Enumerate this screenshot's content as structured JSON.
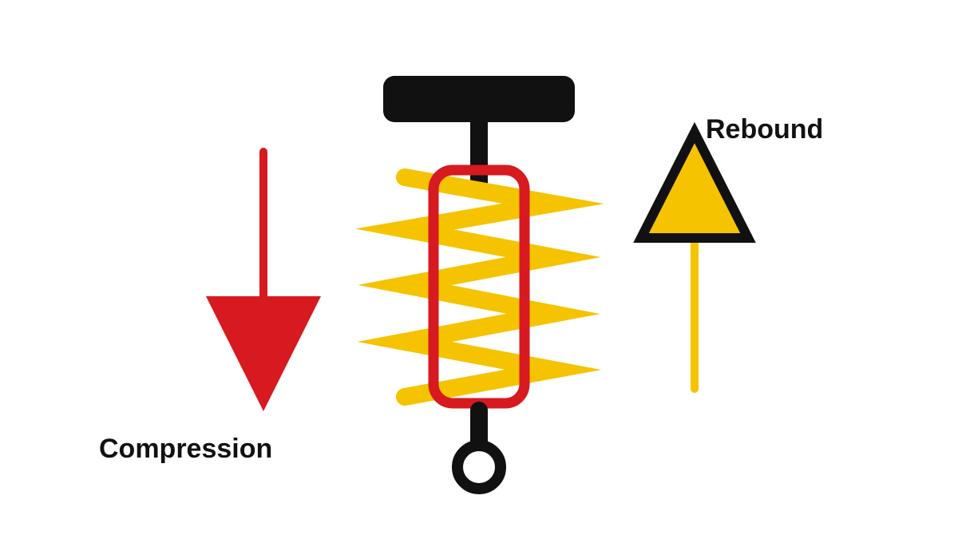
{
  "labels": {
    "compression": "Compression",
    "rebound": "Rebound"
  },
  "colors": {
    "compression_arrow": "#d71920",
    "rebound_arrow": "#f5c300",
    "rebound_arrow_outline": "#111111",
    "spring": "#f5c300",
    "damper_body": "#d71920",
    "mount_and_rod": "#111111",
    "background": "#ffffff"
  },
  "icons": {
    "top_mount": "top-mount",
    "bottom_mount": "eyelet-mount",
    "spring": "coil-spring",
    "damper": "damper-cylinder"
  }
}
